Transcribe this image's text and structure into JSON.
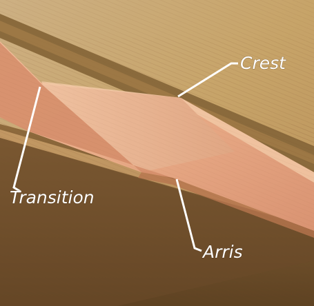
{
  "labels": {
    "crest": "Crest",
    "transition": "Transition",
    "arris": "Arris"
  },
  "colors": {
    "callout": "#ffffff",
    "light_wood": "#e3a585",
    "dark_wood": "#7d5a30",
    "background_wood": "#c9a66e"
  }
}
